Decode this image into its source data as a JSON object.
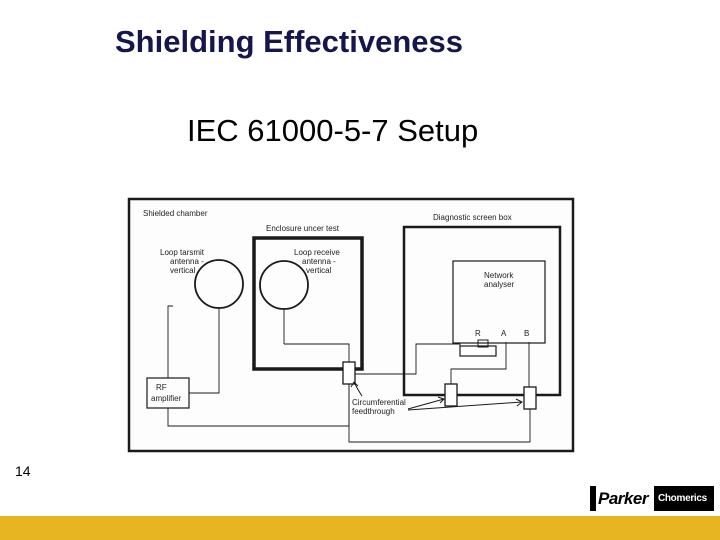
{
  "slide": {
    "title": "Shielding Effectiveness",
    "subtitle": "IEC 61000-5-7 Setup",
    "number": "14"
  },
  "diagram": {
    "chamber_label": "Shielded chamber",
    "enclosure_label": "Enclosure uncer test",
    "diagnostic_label": "Diagnostic screen box",
    "transmit_label": [
      "Loop tarsmit",
      "antenna -",
      "vertical"
    ],
    "receive_label": [
      "Loop receive",
      "antenna -",
      "vertical"
    ],
    "analyser_label": [
      "Network",
      "analyser"
    ],
    "ports": [
      "R",
      "A",
      "B"
    ],
    "rf_label": [
      "RF",
      "amplifier"
    ],
    "feedthrough_label": [
      "Circumferential",
      "feedthrough"
    ]
  },
  "logo": {
    "brand": "Parker",
    "division": "Chomerics"
  },
  "colors": {
    "title": "#16164e",
    "footer_bar": "#e8b522"
  }
}
